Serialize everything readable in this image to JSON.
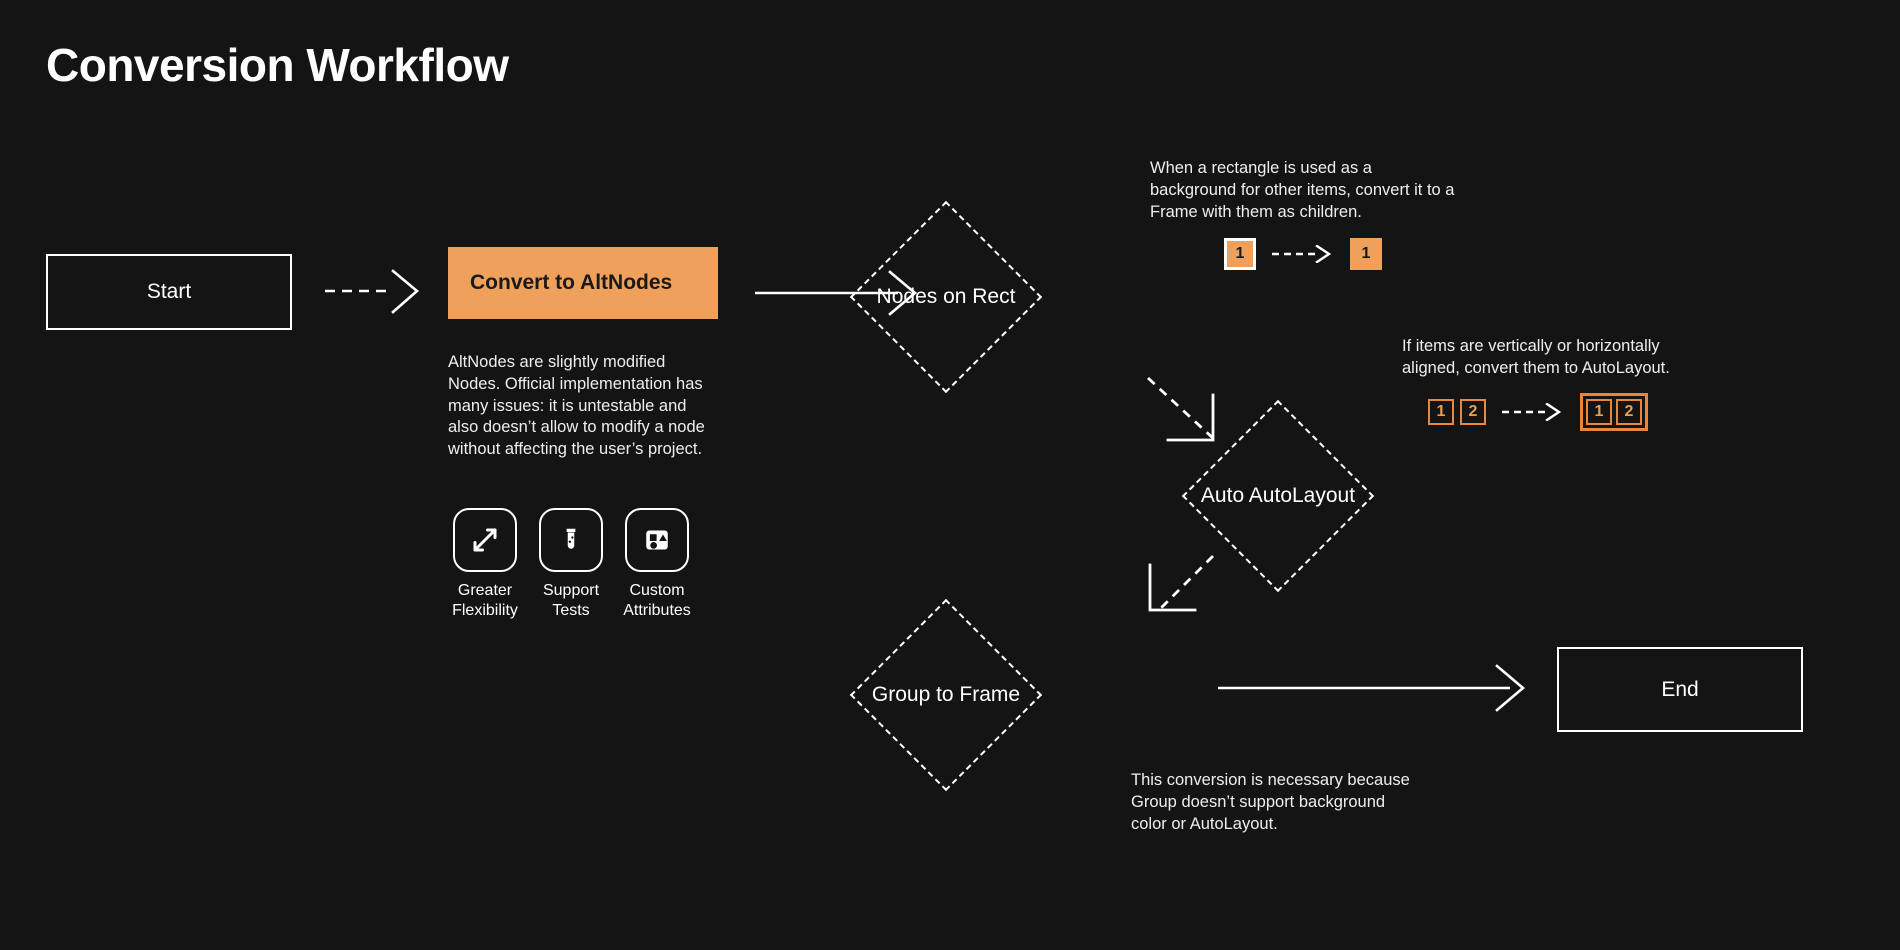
{
  "page": {
    "title": "Conversion Workflow",
    "background_color": "#141414",
    "accent_color": "#efa05a",
    "text_color": "#ffffff"
  },
  "nodes": {
    "start": {
      "label": "Start",
      "shape": "rectangle"
    },
    "convert": {
      "label": "Convert to AltNodes",
      "shape": "rectangle",
      "fill": "#efa05a"
    },
    "nodes_on_rect": {
      "label": "Nodes on Rect",
      "shape": "diamond"
    },
    "auto_autolayout": {
      "label": "Auto AutoLayout",
      "shape": "diamond"
    },
    "group_to_frame": {
      "label": "Group to Frame",
      "shape": "diamond"
    },
    "end": {
      "label": "End",
      "shape": "rectangle"
    }
  },
  "notes": {
    "convert_description": "AltNodes are slightly modified Nodes. Official implementation has many issues: it is untestable and also doesn’t allow to modify a node without affecting the user’s project.",
    "nodes_on_rect": "When a rectangle is used as a background for other items, convert it to a Frame with them as children.",
    "auto_autolayout": "If items are vertically or horizontally aligned, convert them to AutoLayout.",
    "group_to_frame": "This conversion is necessary because Group doesn’t support background color or AutoLayout."
  },
  "features": [
    {
      "icon": "expand-arrows-icon",
      "label": "Greater\nFlexibility",
      "line1": "Greater",
      "line2": "Flexibility"
    },
    {
      "icon": "test-tube-icon",
      "label": "Support\nTests",
      "line1": "Support",
      "line2": "Tests"
    },
    {
      "icon": "shapes-icon",
      "label": "Custom\nAttributes",
      "line1": "Custom",
      "line2": "Attributes"
    }
  ],
  "badge_examples": {
    "nodes_on_rect": {
      "before": [
        "1"
      ],
      "after": [
        "1"
      ],
      "before_style": "orange-chip-white-frame",
      "after_style": "orange-chip"
    },
    "auto_autolayout": {
      "before": [
        "1",
        "2"
      ],
      "after": [
        "1",
        "2"
      ],
      "before_style": "orange-outline",
      "after_style": "orange-outline-grouped"
    }
  },
  "connectors": [
    {
      "from": "start",
      "to": "convert",
      "style": "dashed",
      "head": "chevron"
    },
    {
      "from": "convert",
      "to": "nodes_on_rect",
      "style": "solid",
      "head": "chevron"
    },
    {
      "from": "nodes_on_rect",
      "to": "auto_autolayout",
      "style": "dashed",
      "head": "corner"
    },
    {
      "from": "auto_autolayout",
      "to": "group_to_frame",
      "style": "dashed",
      "head": "corner"
    },
    {
      "from": "group_to_frame",
      "to": "end",
      "style": "solid",
      "head": "chevron"
    }
  ]
}
